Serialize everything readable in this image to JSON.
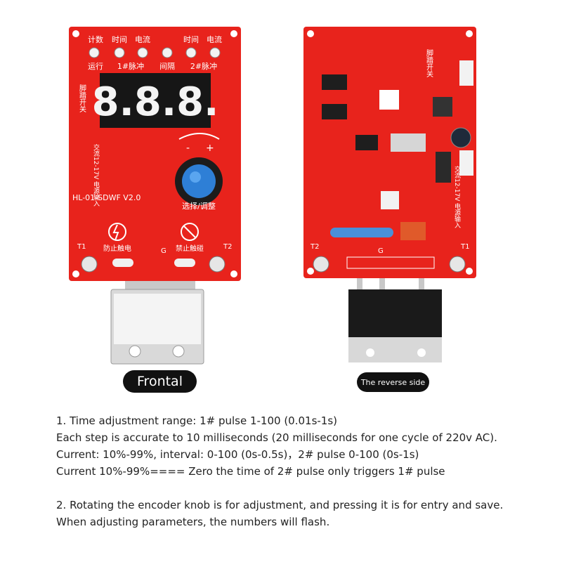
{
  "front_board": {
    "top_labels": [
      "计数",
      "时间",
      "电流",
      "时间",
      "电流"
    ],
    "bottom_labels": [
      "运行",
      "1#脉冲",
      "间隔",
      "2#脉冲"
    ],
    "foot_switch": "脚踏开关",
    "display_digits": "8.8.8.",
    "power_input": "交流12-17V 电源输入",
    "model": "HL-01-SDWF  V2.0",
    "knob_caption": "选择/调整",
    "knob_minus": "-",
    "knob_plus": "+",
    "warn_shock": "防止触电",
    "warn_touch": "禁止触碰",
    "terminal_t1": "T1",
    "terminal_t2": "T2",
    "terminal_g": "G"
  },
  "back_board": {
    "foot_switch": "脚踏开关",
    "power_input": "交流12-17V 电源输入",
    "terminal_t2": "T2",
    "terminal_t1": "T1",
    "terminal_g": "G"
  },
  "captions": {
    "front": "Frontal",
    "back": "The reverse side"
  },
  "description": {
    "line1": "1. Time adjustment range: 1# pulse 1-100 (0.01s-1s)",
    "line2": "Each step is accurate to 10 milliseconds (20 milliseconds for one cycle of 220v AC).",
    "line3": "Current: 10%-99%, interval: 0-100 (0s-0.5s)，2# pulse 0-100 (0s-1s)",
    "line4": "Current 10%-99%==== Zero the time of 2# pulse only triggers 1# pulse",
    "line5": "2. Rotating the encoder knob is for adjustment, and pressing it is for entry and save.",
    "line6": "When adjusting parameters, the numbers will flash."
  }
}
